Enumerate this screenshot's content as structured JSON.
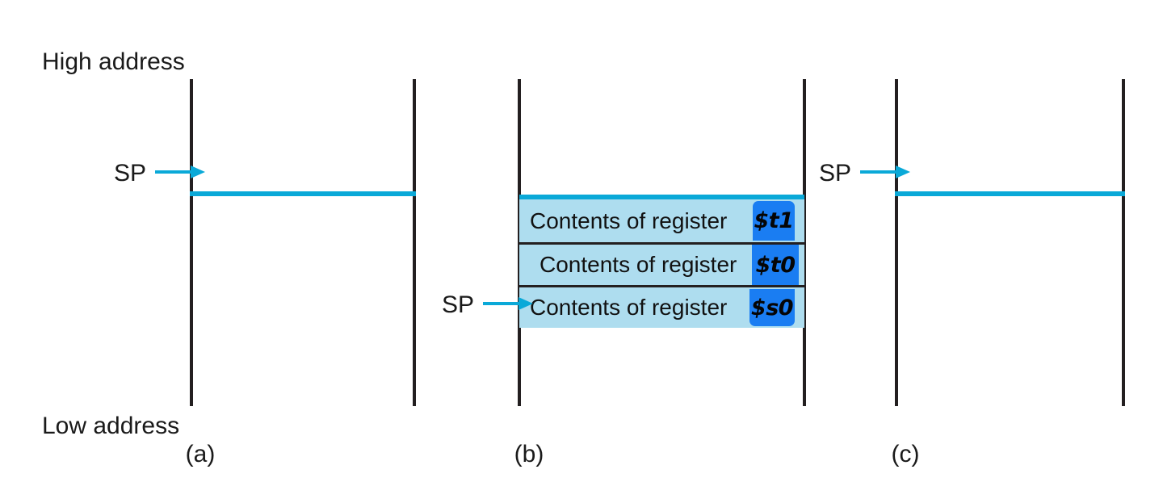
{
  "figure": {
    "high_address_label": "High address",
    "low_address_label": "Low address",
    "accent_color": "#0aa9d8",
    "line_color": "#231f20",
    "stack_fill_color": "#aeddef",
    "register_tag_color": "#1a7df2"
  },
  "panels": [
    {
      "id": "a",
      "caption": "(a)",
      "sp": {
        "label": "SP",
        "icon": "arrow-right-icon"
      },
      "rows": []
    },
    {
      "id": "b",
      "caption": "(b)",
      "sp": {
        "label": "SP",
        "icon": "arrow-right-icon"
      },
      "rows": [
        {
          "text": "Contents of register",
          "register": "$t1"
        },
        {
          "text": "Contents of register",
          "register": "$t0"
        },
        {
          "text": "Contents of register",
          "register": "$s0"
        }
      ]
    },
    {
      "id": "c",
      "caption": "(c)",
      "sp": {
        "label": "SP",
        "icon": "arrow-right-icon"
      },
      "rows": []
    }
  ]
}
